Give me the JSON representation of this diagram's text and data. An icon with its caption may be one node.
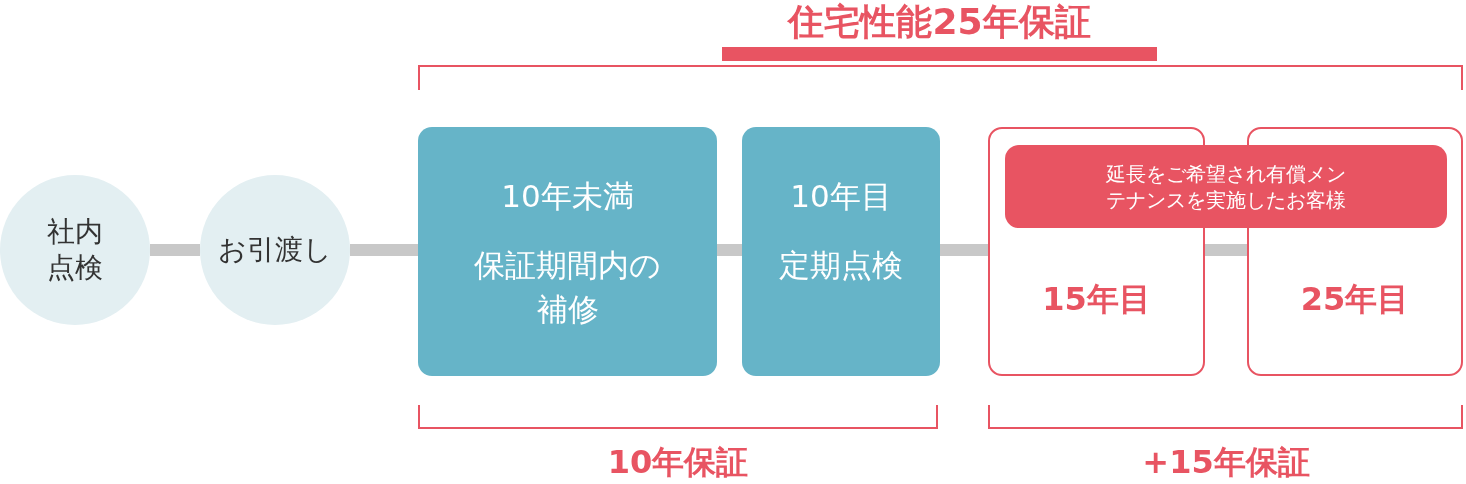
{
  "diagram": {
    "title": "住宅性能25年保証",
    "nodes": [
      {
        "text": [
          "社内点検"
        ]
      },
      {
        "text": [
          "お引渡し"
        ]
      },
      {
        "text": [
          "10年未満",
          "保証期間内の補修"
        ]
      },
      {
        "text": [
          "10年目",
          "定期点検"
        ]
      },
      {
        "text": [
          "15年目"
        ]
      },
      {
        "text": [
          "25年目"
        ]
      },
      {
        "text": [
          "延長をご希望され有償メンテナンスを実施したお客様"
        ]
      }
    ],
    "edges": [
      {
        "from": 0,
        "to": 1,
        "arrow": "none"
      },
      {
        "from": 1,
        "to": 2,
        "arrow": "none"
      },
      {
        "from": 2,
        "to": 3,
        "arrow": "none"
      },
      {
        "from": 3,
        "to": 4,
        "arrow": "none"
      },
      {
        "from": 4,
        "to": 5,
        "arrow": "none"
      }
    ],
    "labels": [
      "10年保証",
      "+15年保証"
    ]
  }
}
